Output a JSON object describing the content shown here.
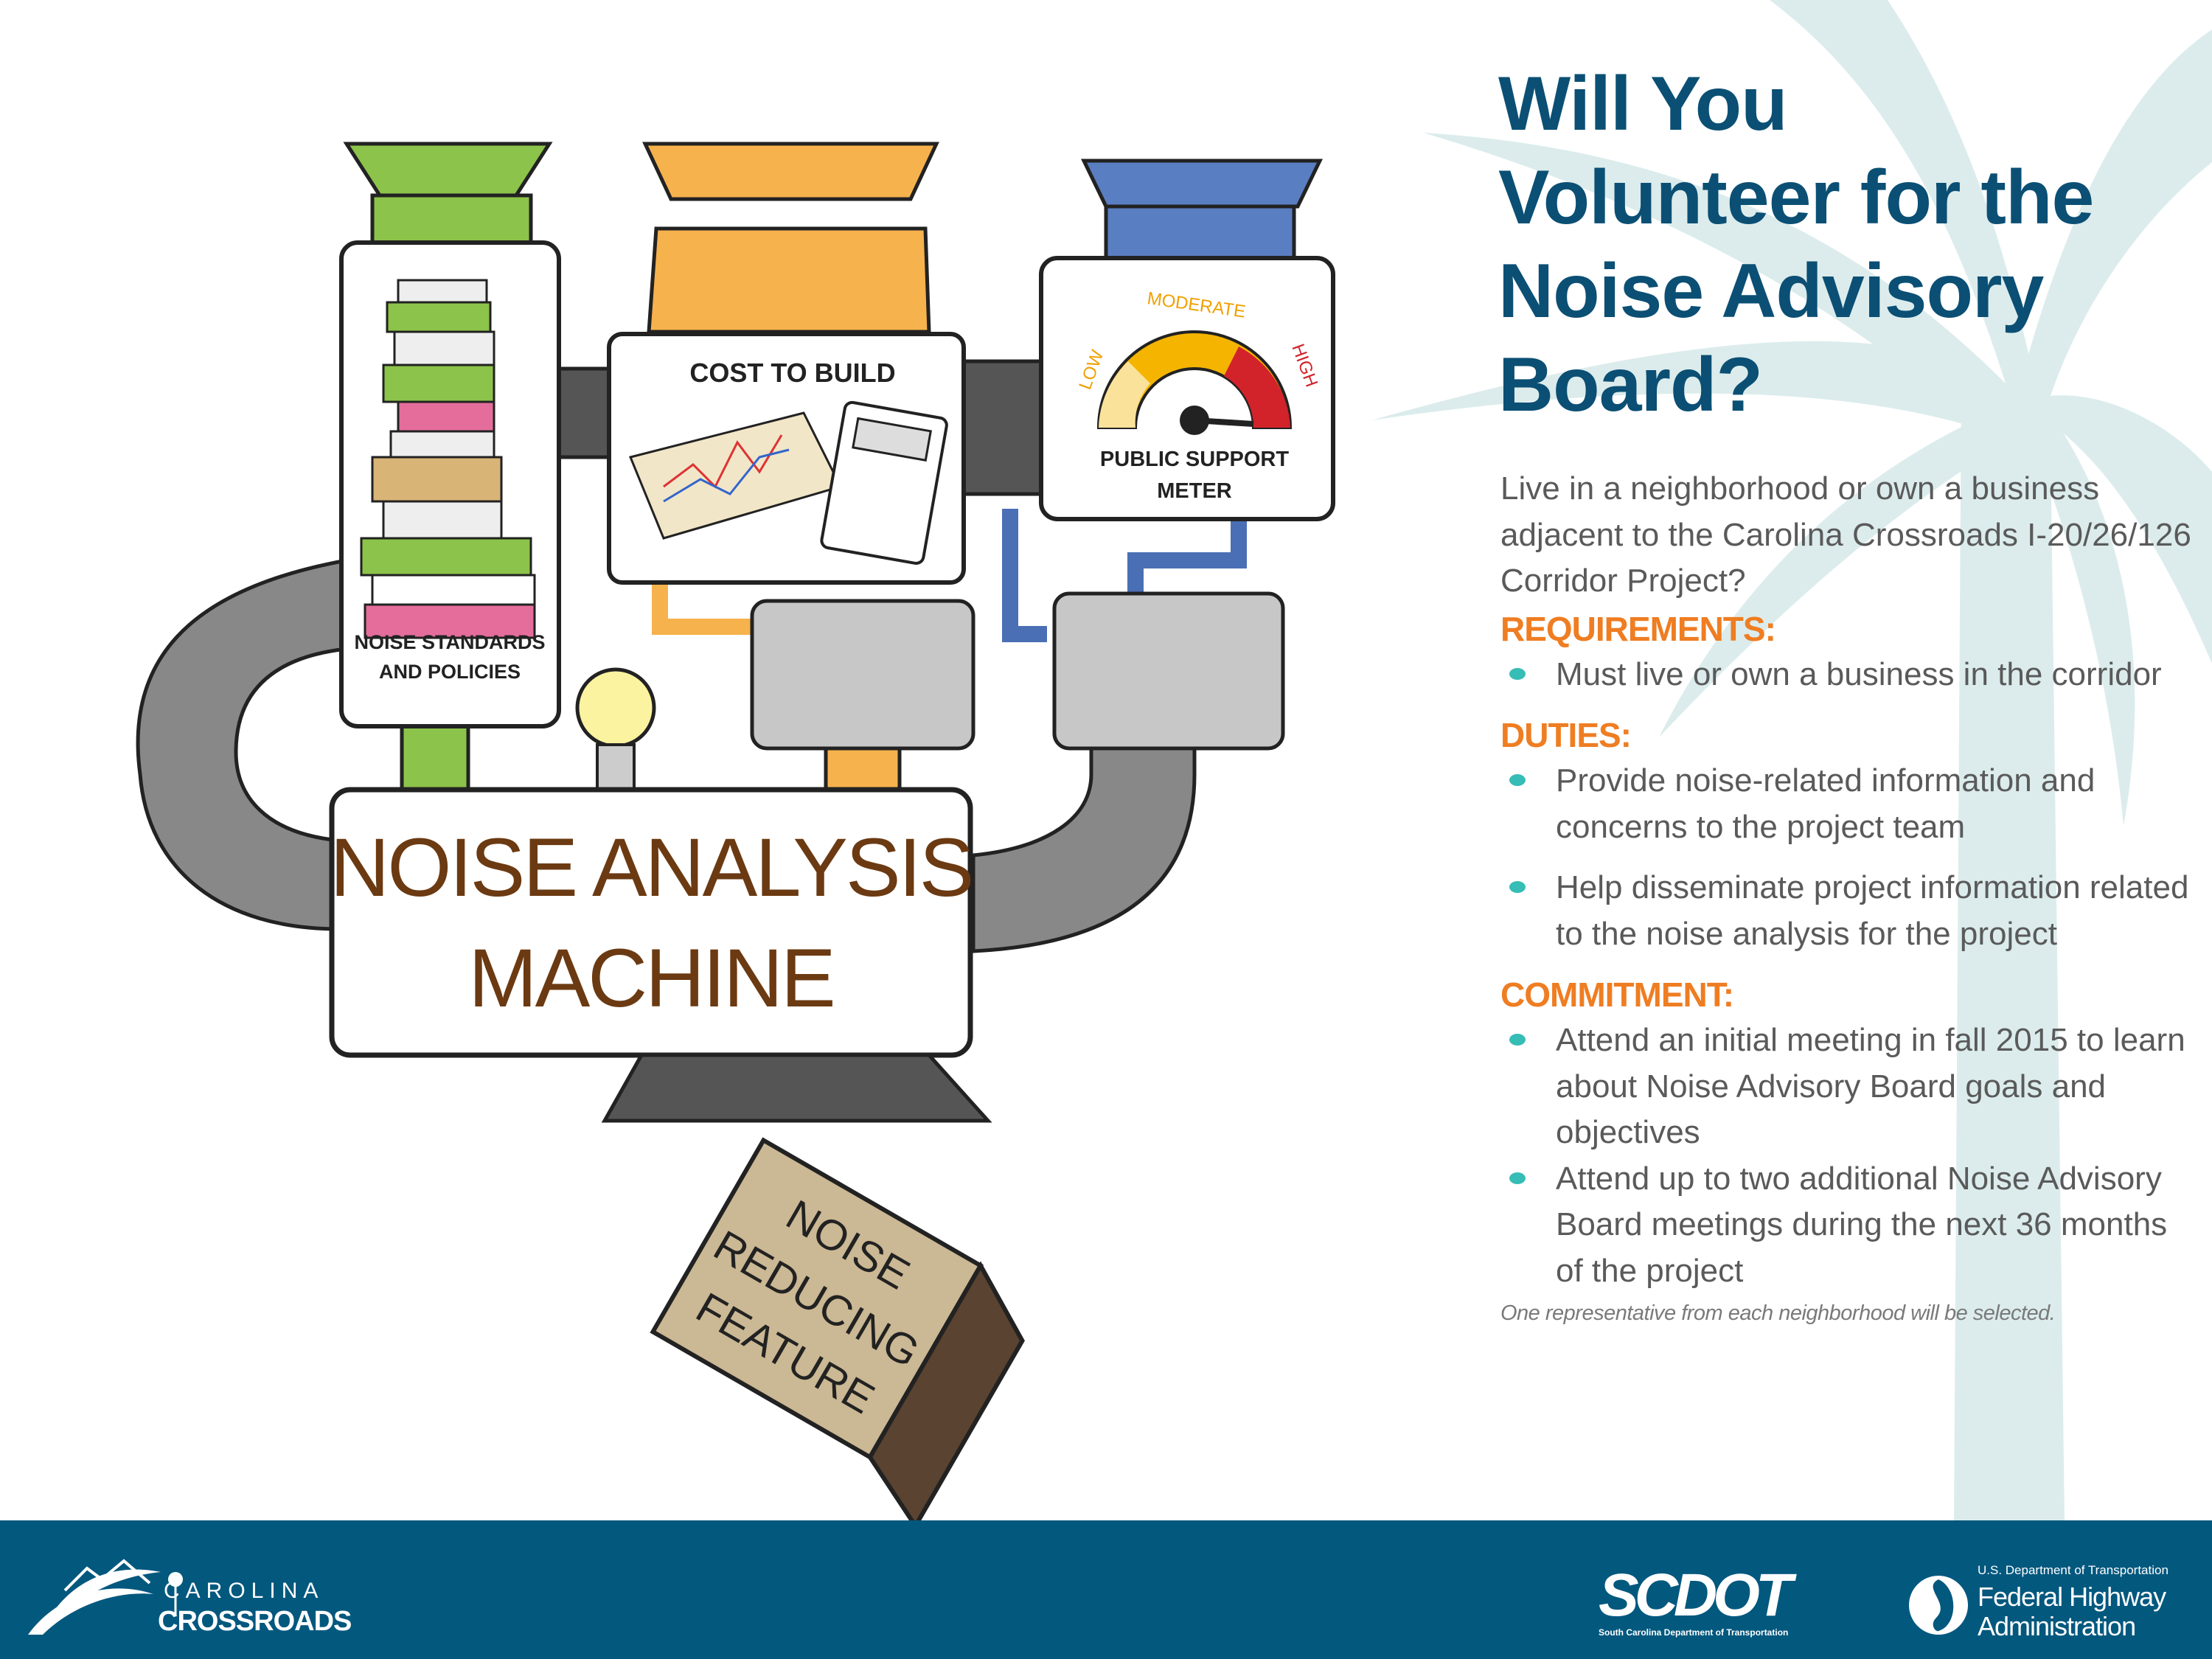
{
  "title_lines": [
    "Will You",
    "Volunteer for the",
    "Noise Advisory",
    "Board?"
  ],
  "intro": "Live in a neighborhood or own a business adjacent to the Carolina Crossroads I-20/26/126 Corridor Project?",
  "sections": [
    {
      "heading": "REQUIREMENTS:",
      "items": [
        "Must live or own a business in the corridor"
      ]
    },
    {
      "heading": "DUTIES:",
      "items": [
        "Provide noise-related information and concerns to the project team",
        "Help disseminate project information related to the noise analysis for the project"
      ]
    },
    {
      "heading": "COMMITMENT:",
      "items": [
        "Attend an initial meeting in fall 2015 to learn about Noise Advisory Board goals and objectives",
        "Attend up to two additional Noise Advisory Board meetings during the next 36 months of the project"
      ]
    }
  ],
  "note": "One representative from each neighborhood will be selected.",
  "illustration": {
    "panel_left": [
      "NOISE STANDARDS",
      "AND POLICIES"
    ],
    "panel_middle": "COST TO BUILD",
    "meter_labels": {
      "low": "LOW",
      "moderate": "MODERATE",
      "high": "HIGH"
    },
    "panel_right": [
      "PUBLIC SUPPORT",
      "METER"
    ],
    "machine": [
      "NOISE ANALYSIS",
      "MACHINE"
    ],
    "box": [
      "NOISE",
      "REDUCING",
      "FEATURE"
    ]
  },
  "footer": {
    "cc_line1": "CAROLINA",
    "cc_line2": "CROSSROADS",
    "scdot": "SCDOT",
    "scdot_sub": "South Carolina Department of Transportation",
    "fhwa_small": "U.S. Department of Transportation",
    "fhwa_line1": "Federal Highway",
    "fhwa_line2": "Administration"
  },
  "colors": {
    "title": "#0b4f74",
    "heading": "#ef7d22",
    "bullet": "#35bdb6",
    "footer": "#03587e"
  }
}
